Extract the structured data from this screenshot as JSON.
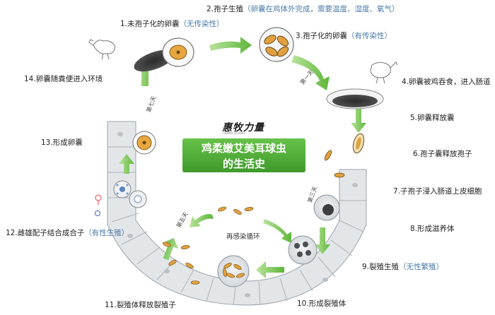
{
  "center": {
    "logo": "惠牧力量",
    "logo_sub": "HUIMU LILIANG",
    "title_line1": "鸡柔嫩艾美耳球虫",
    "title_line2": "的生活史"
  },
  "stages": [
    {
      "num": "1.",
      "text": "未孢子化的卵囊",
      "note": "（无传染性）"
    },
    {
      "num": "2.",
      "text": "孢子生殖",
      "note": "（卵囊在鸡体外完成，需要温度、湿度、氧气）"
    },
    {
      "num": "3.",
      "text": "孢子化的卵囊",
      "note": "（有传染性）"
    },
    {
      "num": "4.",
      "text": "卵囊被鸡吞食，进入肠道",
      "note": ""
    },
    {
      "num": "5.",
      "text": "卵囊释放囊",
      "note": ""
    },
    {
      "num": "6.",
      "text": "孢子囊释放孢子",
      "note": ""
    },
    {
      "num": "7.",
      "text": "子孢子浸入肠道上皮细胞",
      "note": ""
    },
    {
      "num": "8.",
      "text": "形成滋养体",
      "note": ""
    },
    {
      "num": "9.",
      "text": "裂殖生殖",
      "note": "（无性繁殖）"
    },
    {
      "num": "10.",
      "text": "形成裂殖体",
      "note": ""
    },
    {
      "num": "11.",
      "text": "裂殖体释放裂殖子",
      "note": ""
    },
    {
      "num": "12.",
      "text": "雌雄配子结合成合子",
      "note": "（有性生殖）"
    },
    {
      "num": "13.",
      "text": "形成卵囊",
      "note": ""
    },
    {
      "num": "14.",
      "text": "卵囊随粪便进入环境",
      "note": ""
    }
  ],
  "days": {
    "day1": "第一天",
    "day3": "第三天",
    "day5": "第五天",
    "day7": "第七天"
  },
  "reinfection": "再感染循环",
  "colors": {
    "arrow_green": "#6cc04a",
    "title_green": "#4fae35",
    "note_blue": "#4a78a8",
    "oocyst_orange": "#e0a040",
    "intestine_fill": "#dfe3e6"
  }
}
